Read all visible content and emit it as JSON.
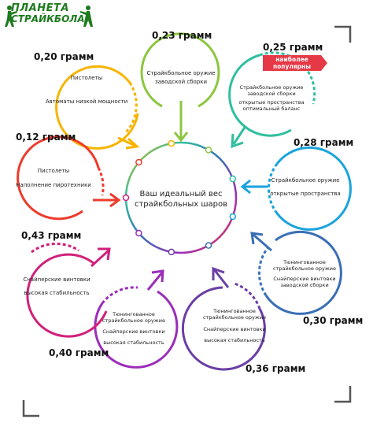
{
  "logo": {
    "line1": "ПЛАНЕТА",
    "line2": "СТРАЙКБОЛА"
  },
  "center": {
    "line1": "Ваш идеальный вес",
    "line2": "страйкбольных шаров"
  },
  "badge": {
    "line1": "наиболее",
    "line2": "популярны"
  },
  "nodes": [
    {
      "weight": "0,20 грамм",
      "lines": [
        "Пистолеты",
        "Автоматы низкой мощности"
      ],
      "color": "#f6b400"
    },
    {
      "weight": "0,23 грамм",
      "lines": [
        "Страйкбольное оружие",
        "заводской сборки"
      ],
      "color": "#8cc63f"
    },
    {
      "weight": "0,25 грамм",
      "lines": [
        "Страйкбольное оружие",
        "заводской сборки",
        "открытые пространства",
        "оптимальный баланс"
      ],
      "color": "#2fbf9f"
    },
    {
      "weight": "0,28 грамм",
      "lines": [
        "Страйкбольное оружие",
        "открытые пространства"
      ],
      "color": "#1aa3dd"
    },
    {
      "weight": "0,30 грамм",
      "lines": [
        "Тюнингованное",
        "страйкбольное оружие",
        "Снайперские винтовки",
        "заводской сборки"
      ],
      "color": "#3a6fb5"
    },
    {
      "weight": "0,36 грамм",
      "lines": [
        "Тюнингованное",
        "страйкбольное оружие",
        "Снайперские винтовки",
        "высокая стабильность"
      ],
      "color": "#6a3fa4"
    },
    {
      "weight": "0,40 грамм",
      "lines": [
        "Тюнингованное",
        "страйкбольное оружие",
        "Снайперские винтовки",
        "высокая стабильность"
      ],
      "color": "#9b2dba"
    },
    {
      "weight": "0,43 грамм",
      "lines": [
        "Снайперские винтовки",
        "высокая стабильность"
      ],
      "color": "#d1207a"
    },
    {
      "weight": "0,12 грамм",
      "lines": [
        "Пистолеты",
        "Наполнение пиротехники"
      ],
      "color": "#ee3b2c"
    }
  ]
}
